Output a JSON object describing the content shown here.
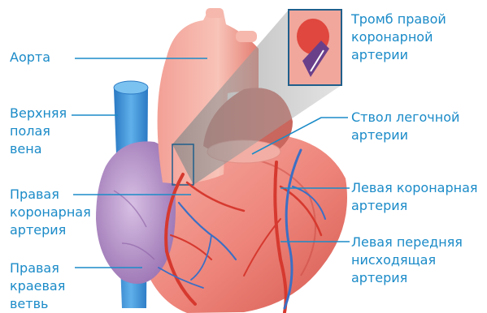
{
  "labels": {
    "aorta": "Аорта",
    "svc": "Верхняя\nполая\nвена",
    "rca": "Правая\nкоронарная\nартерия",
    "right_marginal": "Правая\nкраевая\nветвь",
    "thrombus": "Тромб правой\nкоронарной\nартерии",
    "pulmonary_trunk": "Ствол легочной\nартерии",
    "lca": "Левая коронарная\nартерия",
    "lad": "Левая передняя\nнисходящая\nартерия"
  },
  "colors": {
    "label_text": "#1b8bc8",
    "leader_line": "#1b8bc8",
    "heart_fill": "#f08a82",
    "heart_shadow": "#d9574f",
    "vena_cava": "#3a8fd6",
    "atrium": "#b894c9",
    "artery": "#d6392f",
    "vein": "#3c6fc4",
    "callout_frame": "#1f5f8b"
  }
}
